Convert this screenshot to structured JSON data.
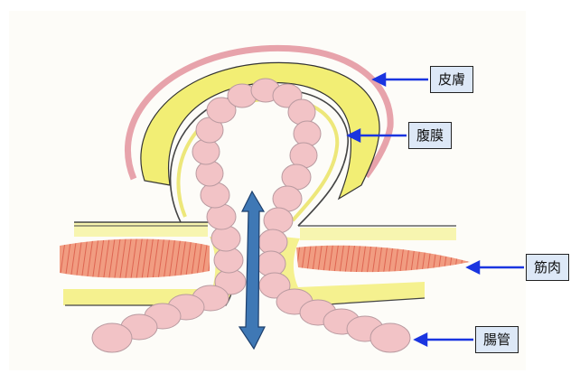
{
  "labels": {
    "skin": "皮膚",
    "peritoneum": "腹膜",
    "muscle": "筋肉",
    "intestine": "腸管"
  },
  "colors": {
    "yellow": "#f2ee74",
    "pink": "#f2c3c6",
    "muscle": "#e66e4e",
    "arrow_blue": "#1a35e0",
    "double_arrow": "#3f78b5",
    "label_bg": "#dde8f7"
  }
}
